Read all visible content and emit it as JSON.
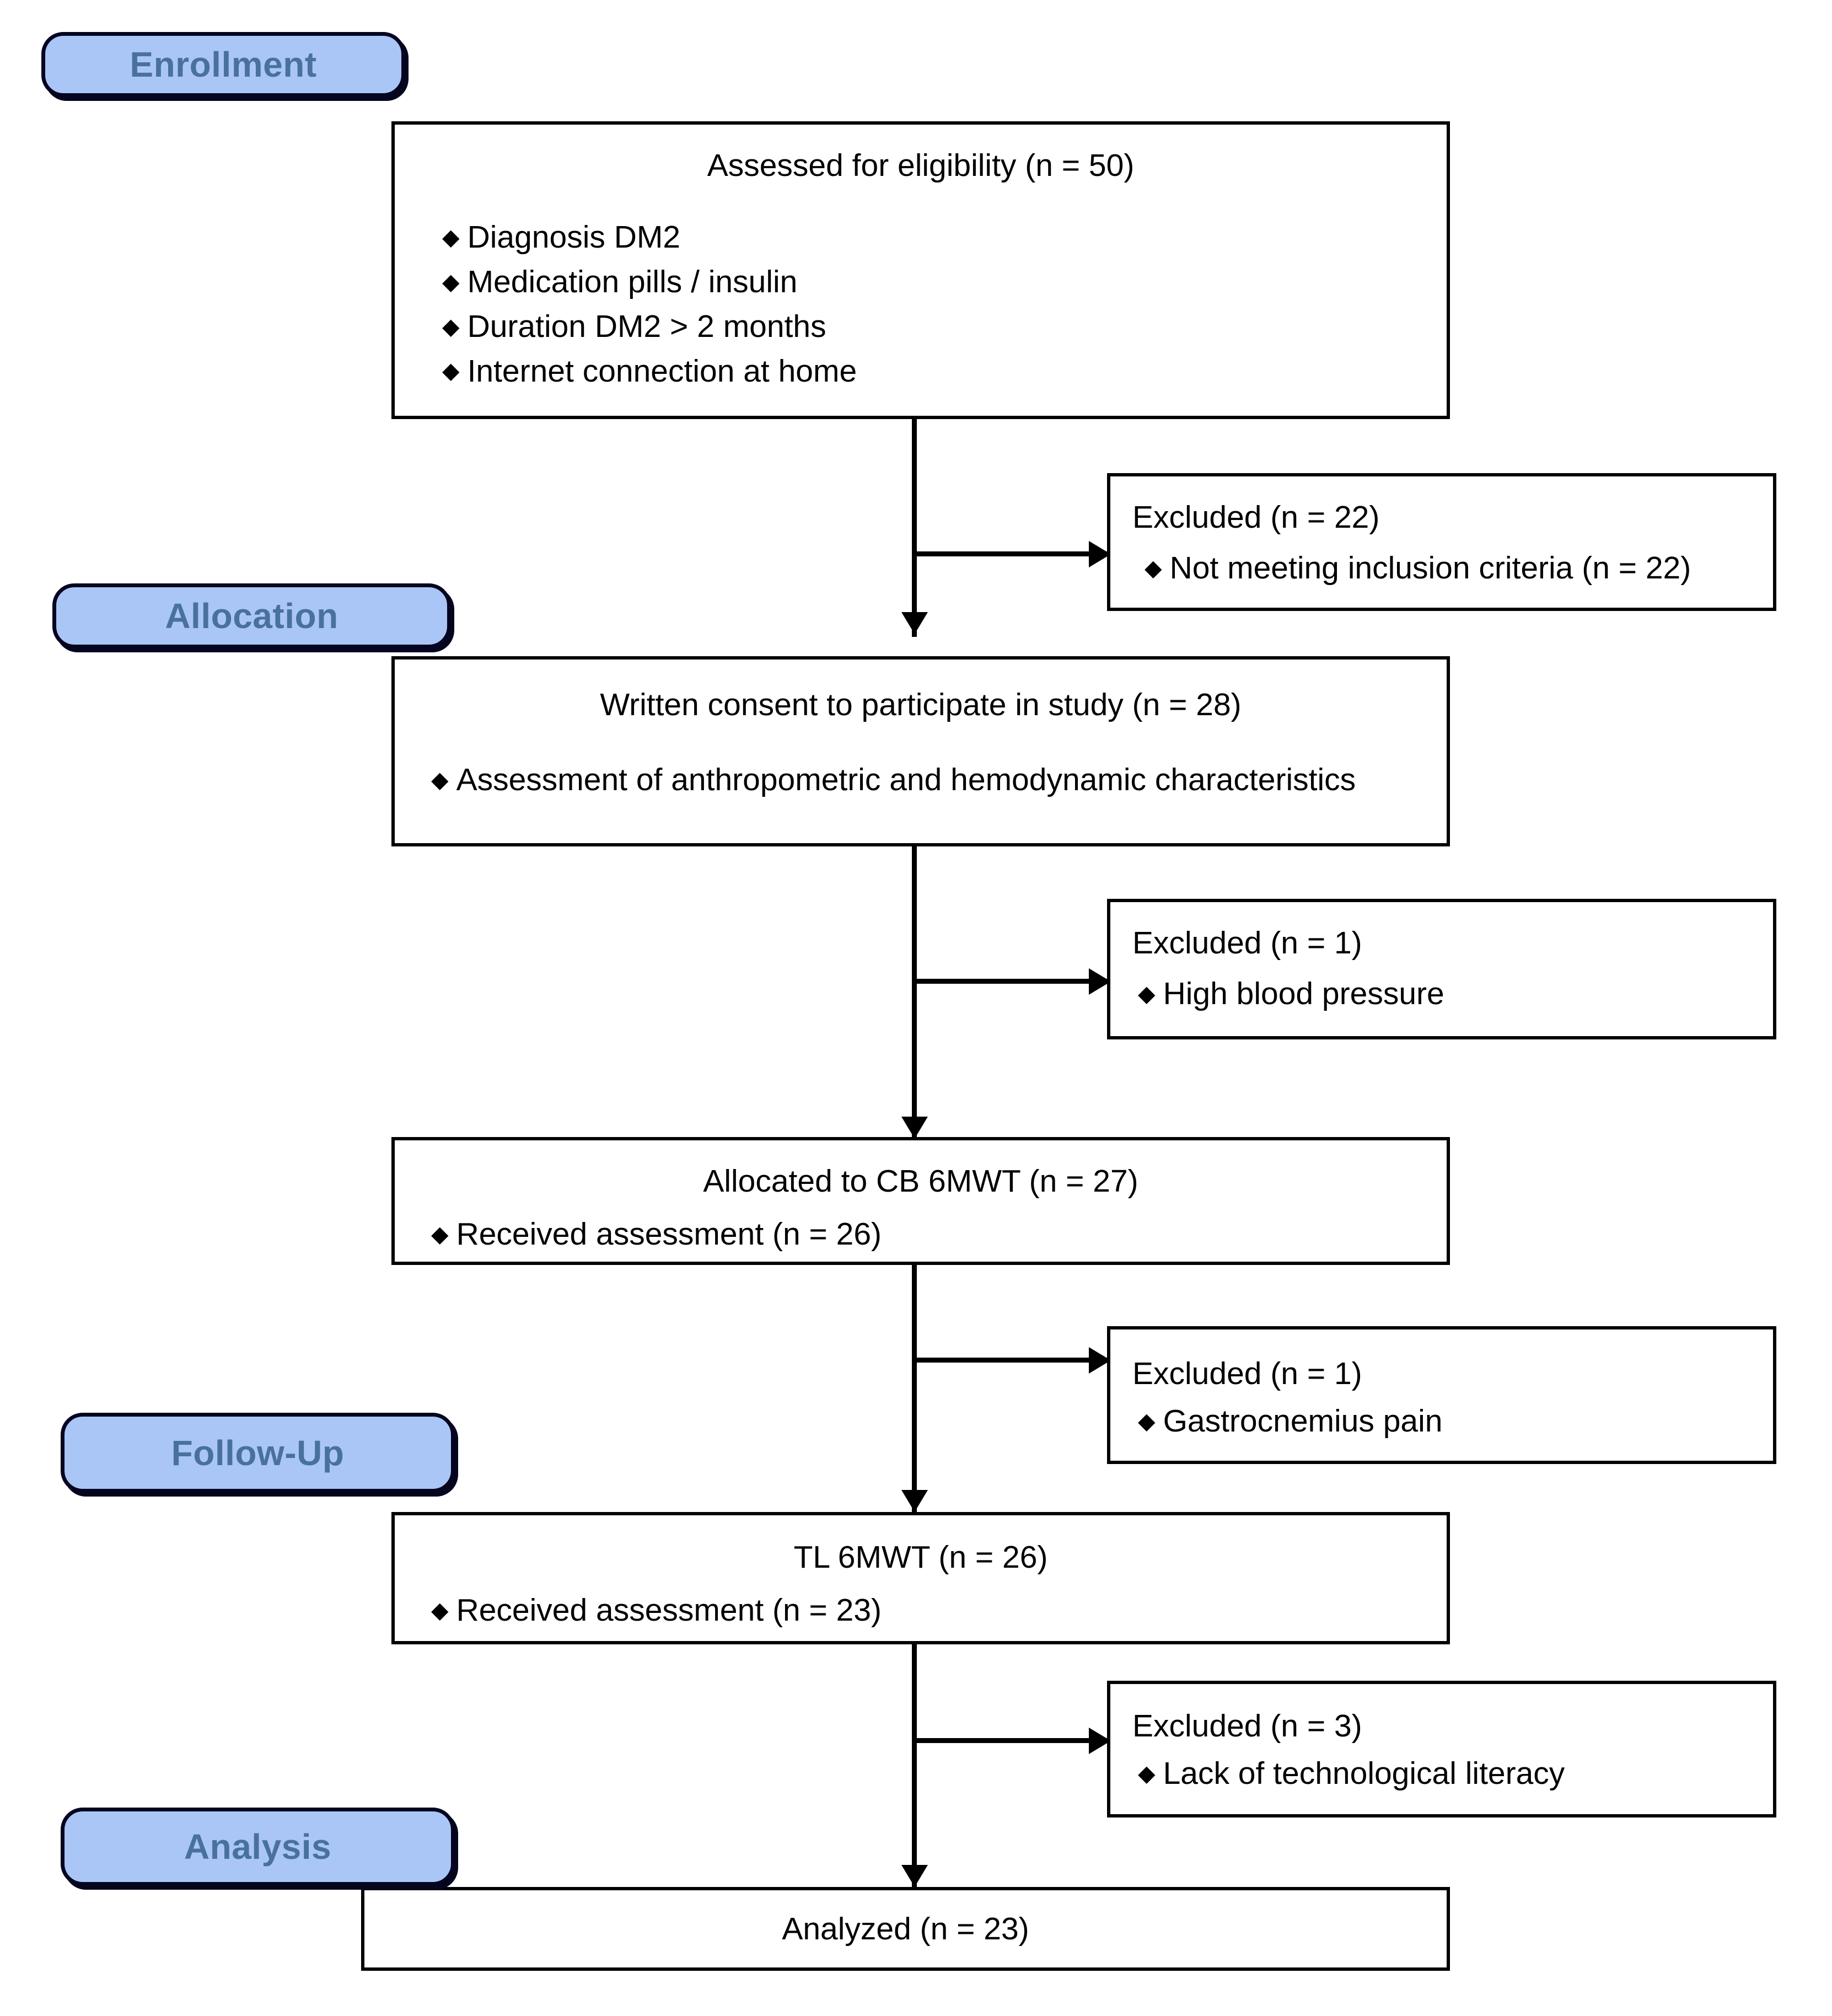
{
  "diagram": {
    "title": "CONSORT participant flow diagram",
    "colors": {
      "stage_fill": "#aac6f7",
      "stage_text": "#49719f",
      "stage_border": "#05051f",
      "box_border": "#000000",
      "box_fill": "#ffffff",
      "text": "#000000"
    },
    "bullet_glyph": "♦"
  },
  "stages": [
    {
      "id": "enrollment",
      "label": "Enrollment"
    },
    {
      "id": "allocation",
      "label": "Allocation"
    },
    {
      "id": "follow_up",
      "label": "Follow-Up"
    },
    {
      "id": "analysis",
      "label": "Analysis"
    }
  ],
  "main_boxes": [
    {
      "id": "eligibility",
      "title": "Assessed for eligibility (n = 50)",
      "items": [
        "Diagnosis DM2",
        "Medication pills / insulin",
        "Duration DM2 > 2 months",
        "Internet connection at home"
      ]
    },
    {
      "id": "consent",
      "title": "Written consent to participate in study (n = 28)",
      "items": [
        "Assessment of anthropometric and hemodynamic characteristics"
      ]
    },
    {
      "id": "allocated_cb",
      "title": "Allocated to CB 6MWT (n = 27)",
      "items": [
        "Received assessment (n = 26)"
      ]
    },
    {
      "id": "tl_6mwt",
      "title": "TL 6MWT (n = 26)",
      "items": [
        "Received assessment (n = 23)"
      ]
    },
    {
      "id": "analyzed",
      "title": "Analyzed (n = 23)",
      "items": []
    }
  ],
  "excluded_boxes": [
    {
      "id": "excluded_1",
      "heading": "Excluded (n = 22)",
      "items": [
        "Not meeting inclusion criteria (n = 22)"
      ]
    },
    {
      "id": "excluded_2",
      "heading": "Excluded (n = 1)",
      "items": [
        "High blood pressure"
      ]
    },
    {
      "id": "excluded_3",
      "heading": "Excluded (n = 1)",
      "items": [
        "Gastrocnemius pain"
      ]
    },
    {
      "id": "excluded_4",
      "heading": "Excluded (n = 3)",
      "items": [
        "Lack of technological literacy"
      ]
    }
  ]
}
